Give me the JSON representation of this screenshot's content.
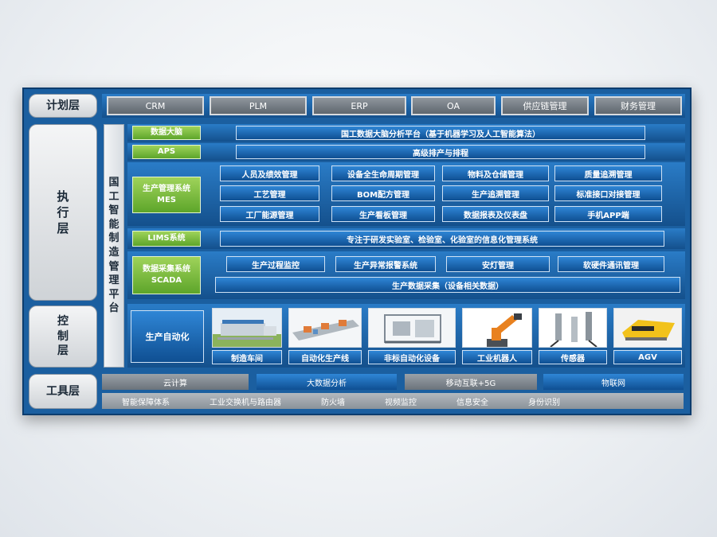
{
  "layers": {
    "planning": "计划层",
    "execution": "执行层",
    "control": "控制层",
    "tools": "工具层"
  },
  "planning_items": [
    "CRM",
    "PLM",
    "ERP",
    "OA",
    "供应链管理",
    "财务管理"
  ],
  "platform_chars": [
    "国",
    "工",
    "智",
    "能",
    "制",
    "造",
    "管",
    "理",
    "平",
    "台"
  ],
  "execution": {
    "data_brain": {
      "label": "数据大脑",
      "desc": "国工数据大脑分析平台（基于机器学习及人工智能算法）"
    },
    "aps": {
      "label": "APS",
      "desc": "高级排产与排程"
    },
    "mes": {
      "label_line1": "生产管理系统",
      "label_line2": "MES",
      "items": [
        "人员及绩效管理",
        "设备全生命周期管理",
        "物料及仓储管理",
        "质量追溯管理",
        "工艺管理",
        "BOM配方管理",
        "生产追溯管理",
        "标准接口对接管理",
        "工厂能源管理",
        "生产看板管理",
        "数据报表及仪表盘",
        "手机APP端"
      ]
    },
    "lims": {
      "label": "LIMS系统",
      "desc": "专注于研发实验室、检验室、化验室的信息化管理系统"
    },
    "scada": {
      "label_line1": "数据采集系统",
      "label_line2": "SCADA",
      "items": [
        "生产过程监控",
        "生产异常报警系统",
        "安灯管理",
        "软硬件通讯管理"
      ],
      "bottom": "生产数据采集（设备相关数据）"
    }
  },
  "control": {
    "label": "生产自动化",
    "items": [
      "制造车间",
      "自动化生产线",
      "非标自动化设备",
      "工业机器人",
      "传感器",
      "AGV"
    ]
  },
  "tools": {
    "row1": [
      "云计算",
      "大数据分析",
      "移动互联+5G",
      "物联网"
    ],
    "row2": [
      "智能保障体系",
      "工业交换机与路由器",
      "防火墙",
      "视频监控",
      "信息安全",
      "身份识别"
    ]
  },
  "colors": {
    "frame": "#1b5fa0",
    "accent_blue": "#1a6bbf",
    "accent_green": "#6db33f",
    "label_gray": "#d9dde1"
  }
}
